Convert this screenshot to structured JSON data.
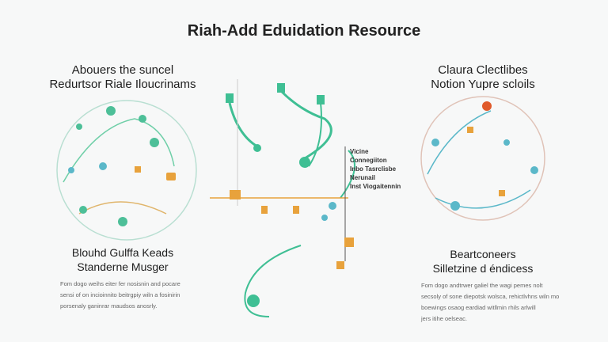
{
  "title": "Riah-Add Eduidation Resource",
  "left": {
    "heading": [
      "Abouers the suncel",
      "Redurtsor Riale Iloucrinams"
    ],
    "subheading": [
      "Blouhd Gulffa Keads",
      "Standerne Musger"
    ],
    "body": [
      "Fom dogo weihs eiter fer nosisnin and pocare",
      "sensi of on incioinnito beitrgpiy wiln a fosinirin",
      "porsenaly ganinrar maudsos anosrly."
    ]
  },
  "right": {
    "heading": [
      "Claura Clectlibes",
      "Notion Yupre scloils"
    ],
    "subheading": [
      "Beartconeers",
      "Silletzine d éndicess"
    ],
    "body": [
      "Fom dogo andtrwer galiel the wagi pemes nolt",
      "secsoly of sone diepotsk wolsca, rehictlvhns wiln mo",
      "boewings osaog eardiad witllmin rhils arlwill",
      "jers itihe oelseac."
    ]
  },
  "center": {
    "side_notes": [
      "Vicine",
      "Connegiiton",
      "Inbo Tasrclisbe",
      "Nerunail",
      "Inst Viogaitennin"
    ]
  },
  "colors": {
    "green": "#3fbf94",
    "orange": "#e8a23c",
    "teal": "#5bb8c9",
    "red": "#e05a2b"
  }
}
